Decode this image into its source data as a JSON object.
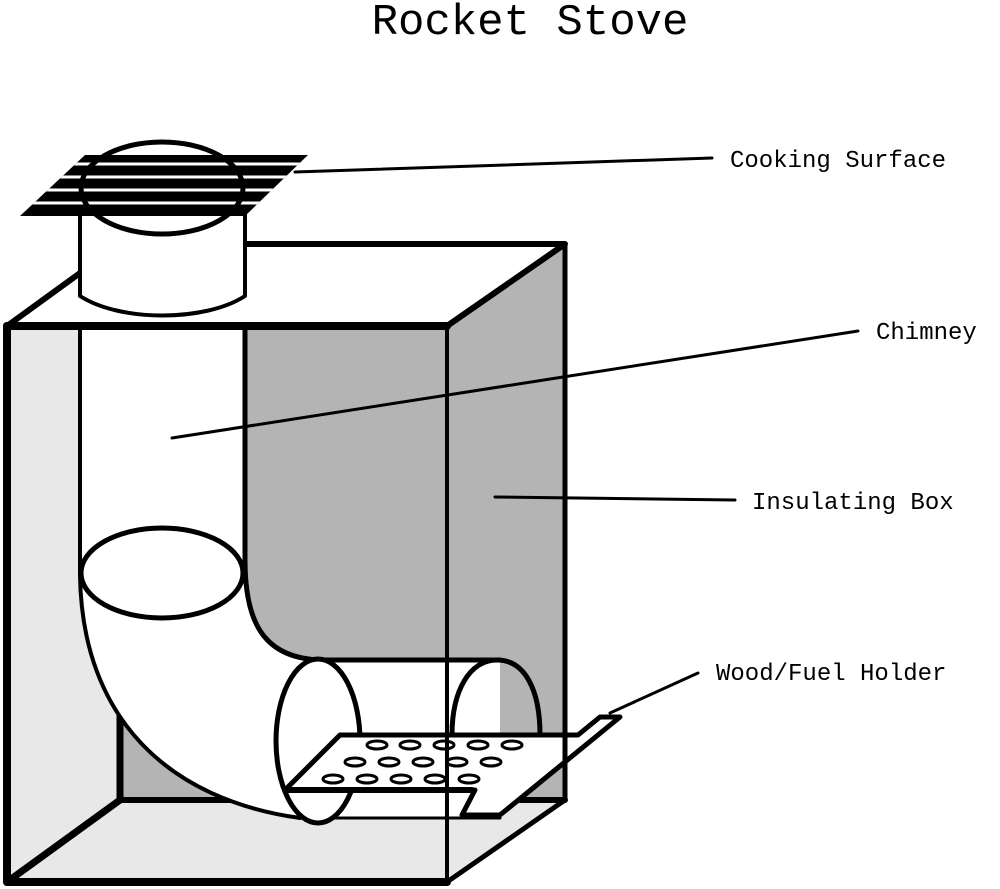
{
  "title": "Rocket Stove",
  "colors": {
    "outline": "#000000",
    "light_fill": "#e8e8e8",
    "dark_fill": "#b4b4b4",
    "white_fill": "#ffffff"
  },
  "labels": {
    "cooking_surface": "Cooking Surface",
    "chimney": "Chimney",
    "insulating_box": "Insulating Box",
    "fuel_holder": "Wood/Fuel Holder"
  }
}
